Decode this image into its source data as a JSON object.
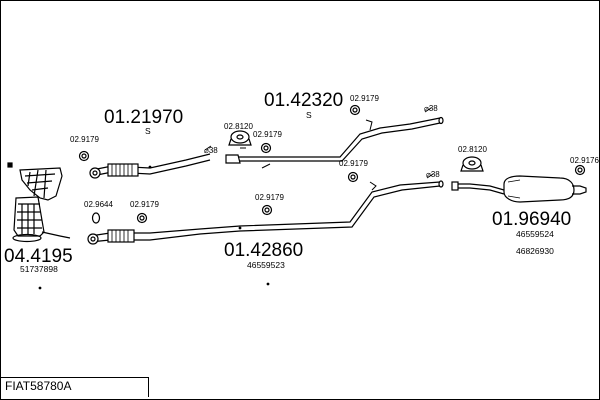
{
  "diagram_title": "FIAT58780A",
  "part_groups": [
    {
      "id": "manifold",
      "number": "04.4195",
      "oem": [
        "51737898"
      ]
    },
    {
      "id": "front-pipe",
      "number": "01.21970",
      "suffix": "S"
    },
    {
      "id": "mid-pipe",
      "number": "01.42320",
      "suffix": "S"
    },
    {
      "id": "center-pipe",
      "number": "01.42860",
      "oem": [
        "46559523"
      ]
    },
    {
      "id": "rear-silencer",
      "number": "01.96940",
      "oem": [
        "46559524",
        "46826930"
      ]
    }
  ],
  "fittings": {
    "clamp_9179": "02.9179",
    "hanger_8120": "02.8120",
    "gasket_9644": "02.9644",
    "clamp_9176": "02.9176",
    "diameter_38": "⌀38"
  }
}
